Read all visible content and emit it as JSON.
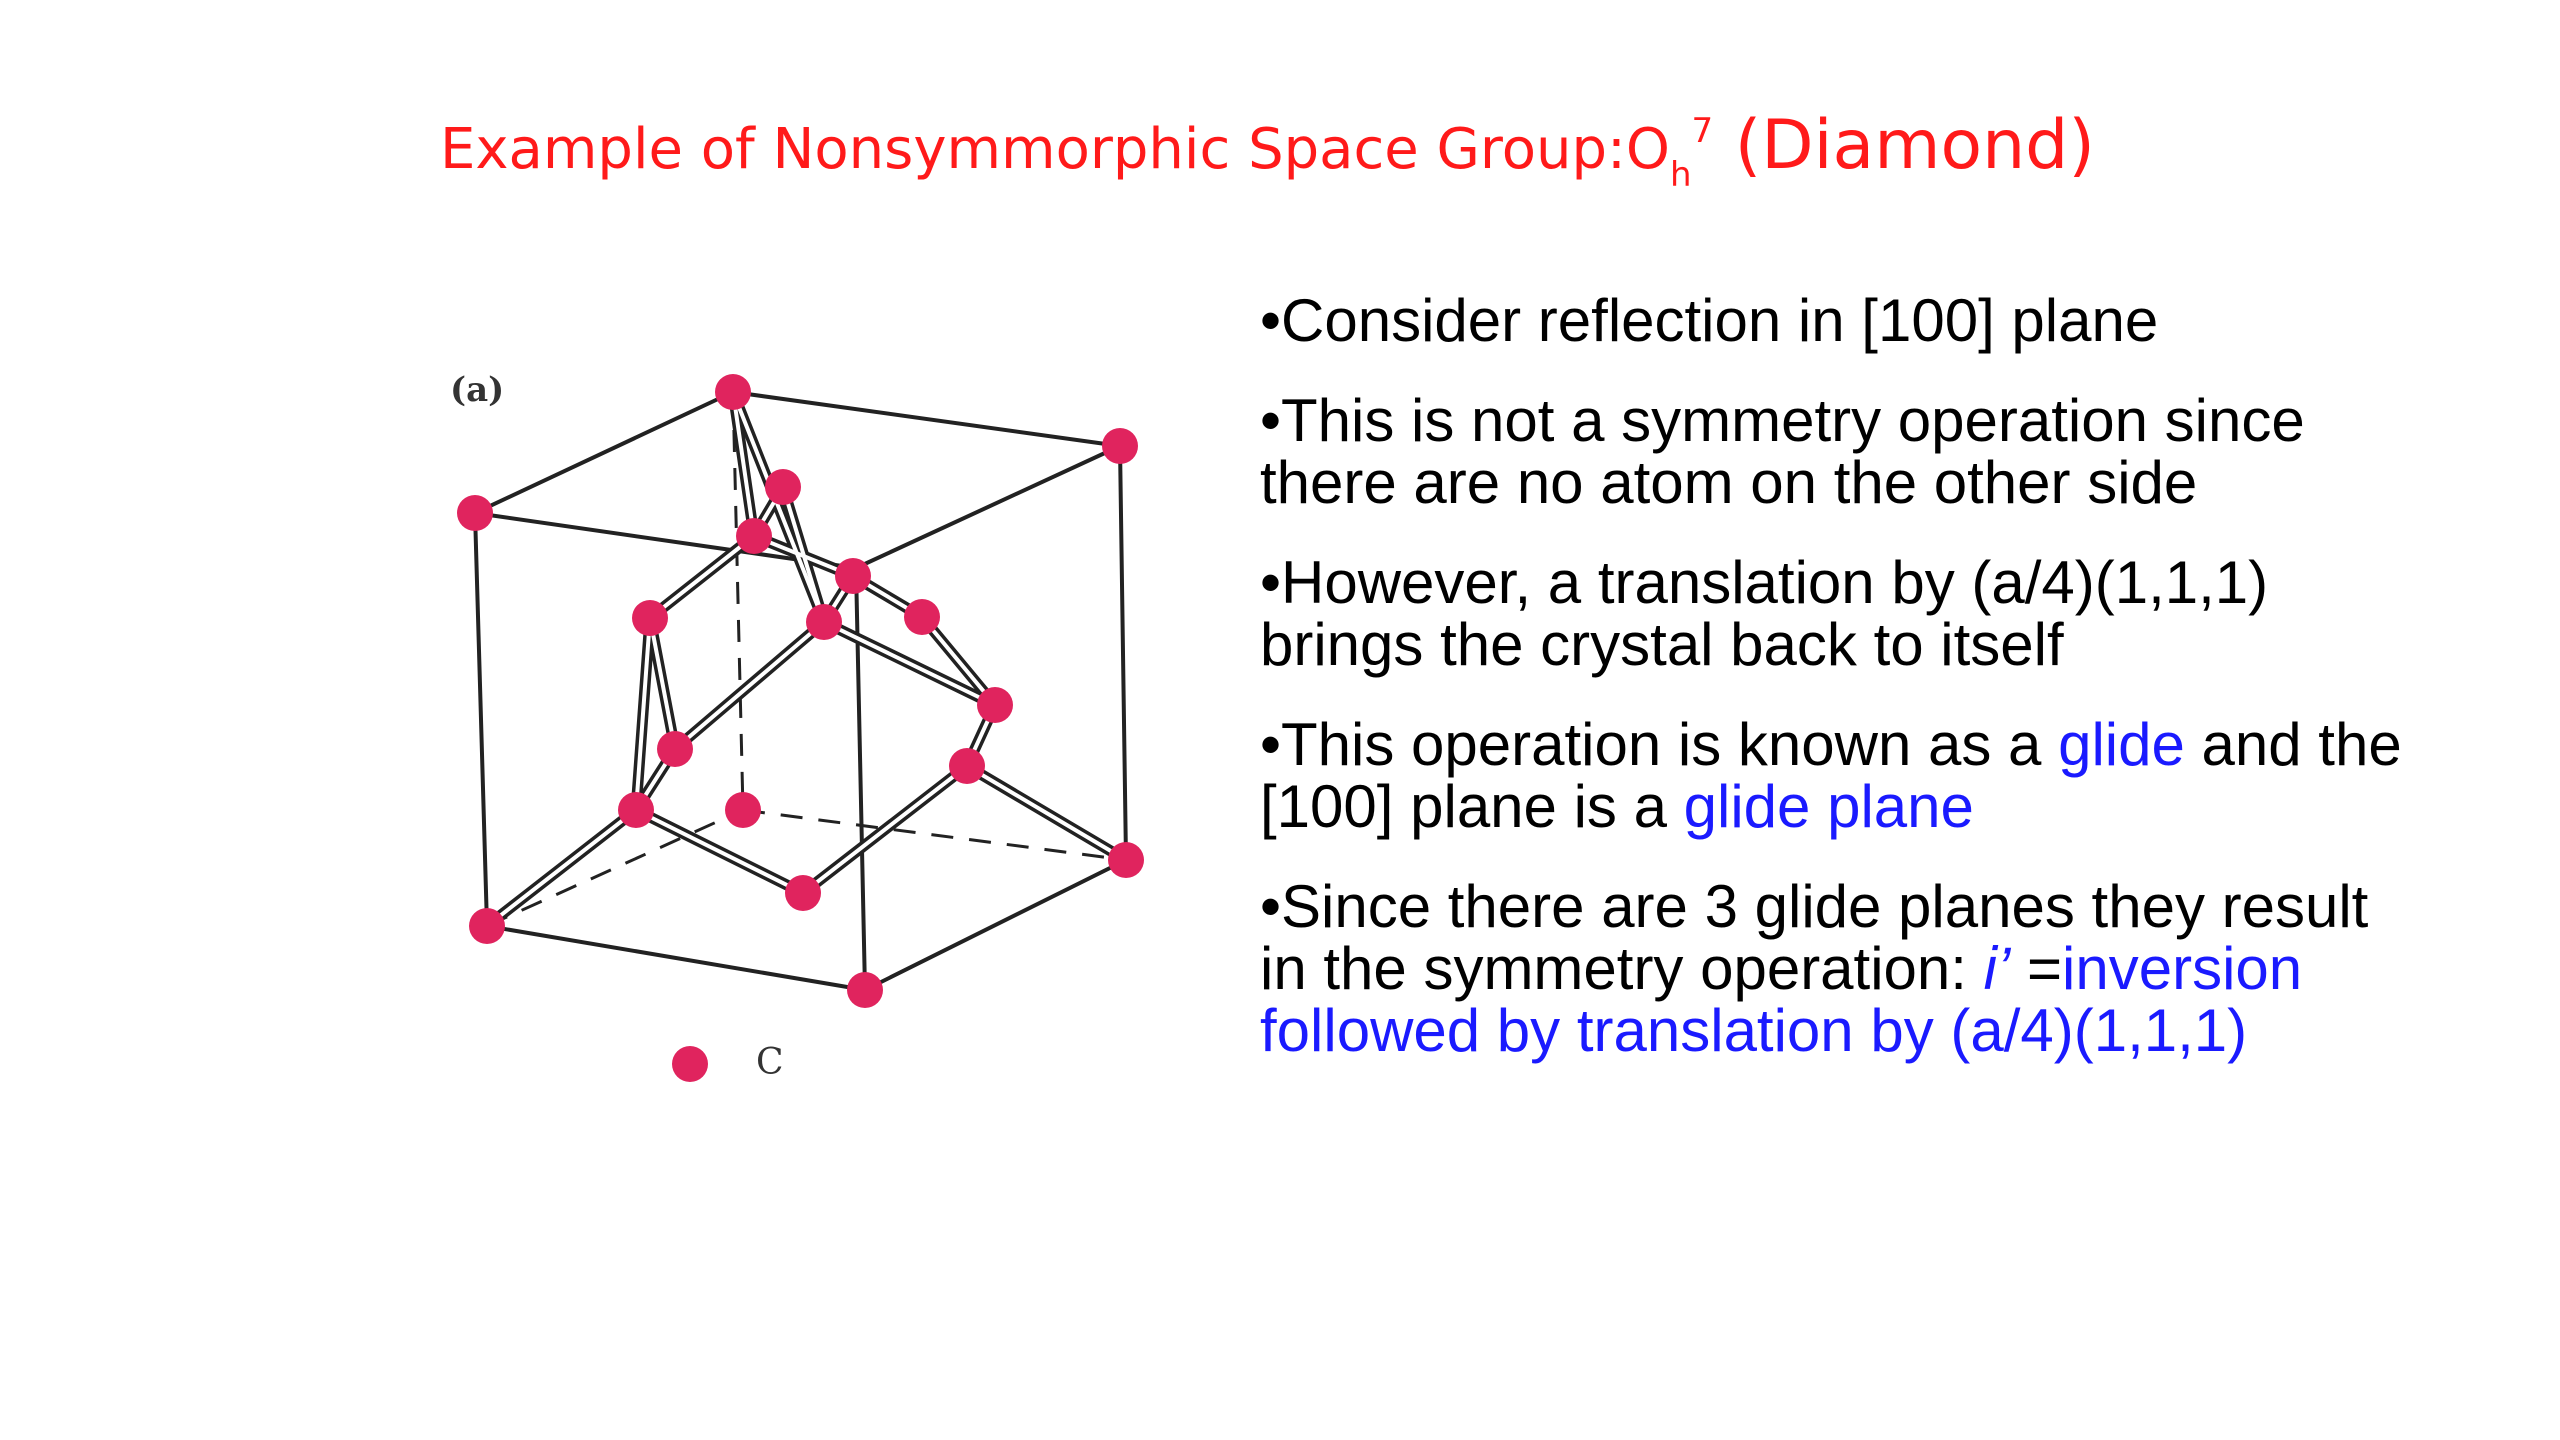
{
  "slide": {
    "title": {
      "prefix": "Example of Nonsymmorphic Space Group:O",
      "subscript": "h",
      "superscript": "7",
      "suffix": " (Diamond)",
      "color": "#ff1a1a"
    },
    "figure": {
      "panel_label": "(a)",
      "legend_label": "C",
      "atom_color": "#e0245e"
    },
    "bullets": [
      {
        "text": "•Consider reflection in [100] plane"
      },
      {
        "text": "•This is not a symmetry operation since there are no atom on the other side"
      },
      {
        "text": "•However, a translation by (a/4)(1,1,1) brings the crystal back to itself"
      },
      {
        "pre": "•This operation is known as a ",
        "glide": "glide",
        "mid": " and the [100] plane is a ",
        "glide_plane": "glide plane"
      },
      {
        "pre": "•Since there are 3 glide planes they result in the symmetry operation: ",
        "symbol": "i’",
        "eq": " =",
        "post": "inversion followed by translation by (a/4)(1,1,1)"
      }
    ],
    "accent_color": "#1a1aff"
  }
}
